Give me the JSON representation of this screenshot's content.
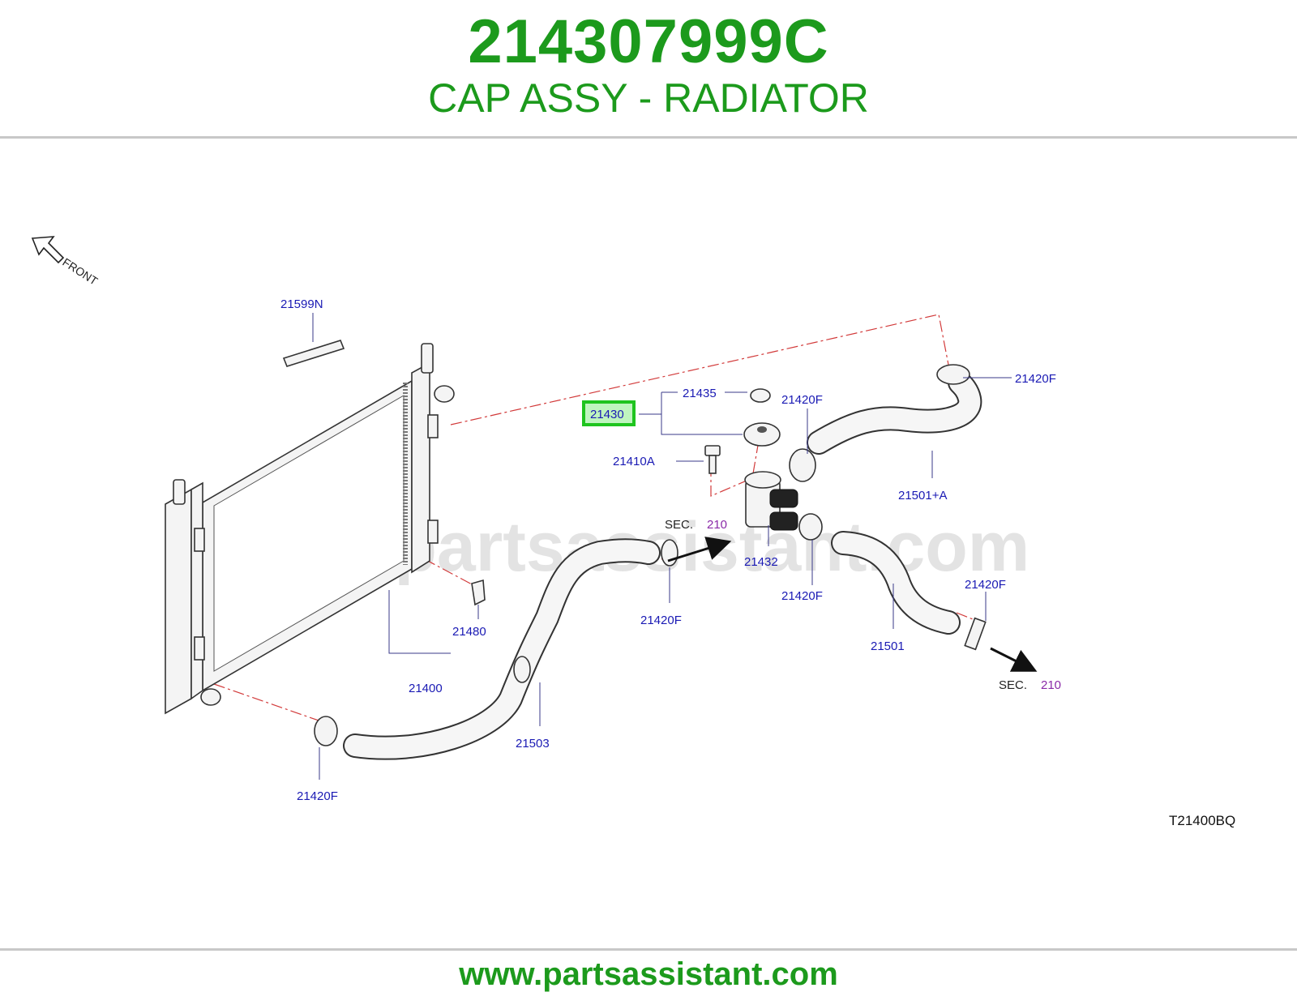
{
  "header": {
    "part_number": "214307999C",
    "part_name": "CAP ASSY - RADIATOR"
  },
  "footer": {
    "url": "www.partsassistant.com"
  },
  "diagram": {
    "watermark": "www.partsassistant.com",
    "front_label": "FRONT",
    "figure_code": "T21400BQ",
    "highlight_color": "#1fc41f",
    "callouts": {
      "c21599N": "21599N",
      "c21435": "21435",
      "c21430": "21430",
      "c21410A": "21410A",
      "c21420F_a": "21420F",
      "c21420F_b": "21420F",
      "c21420F_c": "21420F",
      "c21420F_d": "21420F",
      "c21420F_e": "21420F",
      "c21420F_f": "21420F",
      "c21501A": "21501+A",
      "c21432": "21432",
      "c21480": "21480",
      "c21400": "21400",
      "c21503": "21503",
      "c21501": "21501"
    },
    "sec_refs": [
      {
        "label": "SEC.",
        "number": "210"
      },
      {
        "label": "SEC.",
        "number": "210"
      }
    ]
  }
}
